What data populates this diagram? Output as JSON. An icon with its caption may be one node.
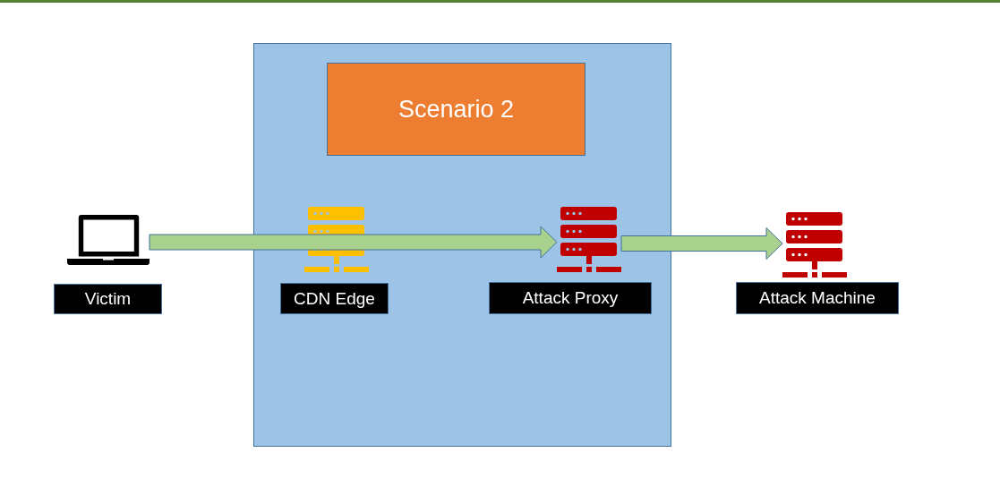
{
  "diagram": {
    "nodes": [
      {
        "text": [],
        "shape": "box"
      },
      {
        "text": [
          "Scenario 2"
        ],
        "in": 0
      },
      {
        "text": [],
        "shape": "picture"
      },
      {
        "text": [],
        "shape": "picture",
        "in": 0
      },
      {
        "text": [],
        "shape": "picture",
        "in": 0
      },
      {
        "text": [],
        "shape": "picture"
      },
      {
        "text": [
          "Victim"
        ]
      },
      {
        "text": [
          "CDN Edge"
        ],
        "in": 0
      },
      {
        "text": [
          "Attack Proxy"
        ],
        "in": 0
      },
      {
        "text": [
          "Attack Machine"
        ]
      }
    ],
    "edges": [
      {
        "from": 2,
        "to": 4,
        "arrow": "to"
      },
      {
        "from": 4,
        "to": 5,
        "arrow": "to"
      }
    ]
  }
}
